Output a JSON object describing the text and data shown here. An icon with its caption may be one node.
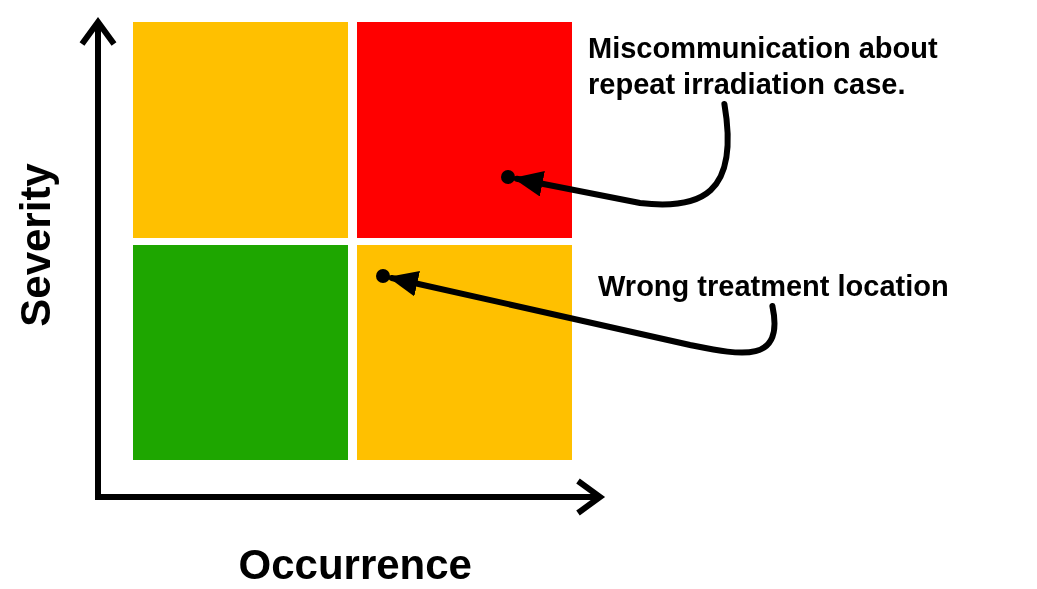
{
  "diagram": {
    "nodes": [
      {
        "text": [],
        "shape": "box"
      },
      {
        "text": [],
        "shape": "box"
      },
      {
        "text": [],
        "shape": "box"
      },
      {
        "text": [],
        "shape": "box"
      },
      {
        "text": [],
        "shape": "circle",
        "in": 1
      },
      {
        "text": [],
        "shape": "circle",
        "in": 3
      },
      {
        "text": [
          "Miscommunication about repeat irradiation case."
        ]
      },
      {
        "text": [
          "Wrong treatment location"
        ]
      }
    ],
    "edges": [
      {
        "from": 6,
        "to": 4,
        "arrow": "to"
      },
      {
        "from": 7,
        "to": 5,
        "arrow": "to"
      }
    ],
    "labels": [
      "Severity",
      "Occurrence"
    ]
  }
}
